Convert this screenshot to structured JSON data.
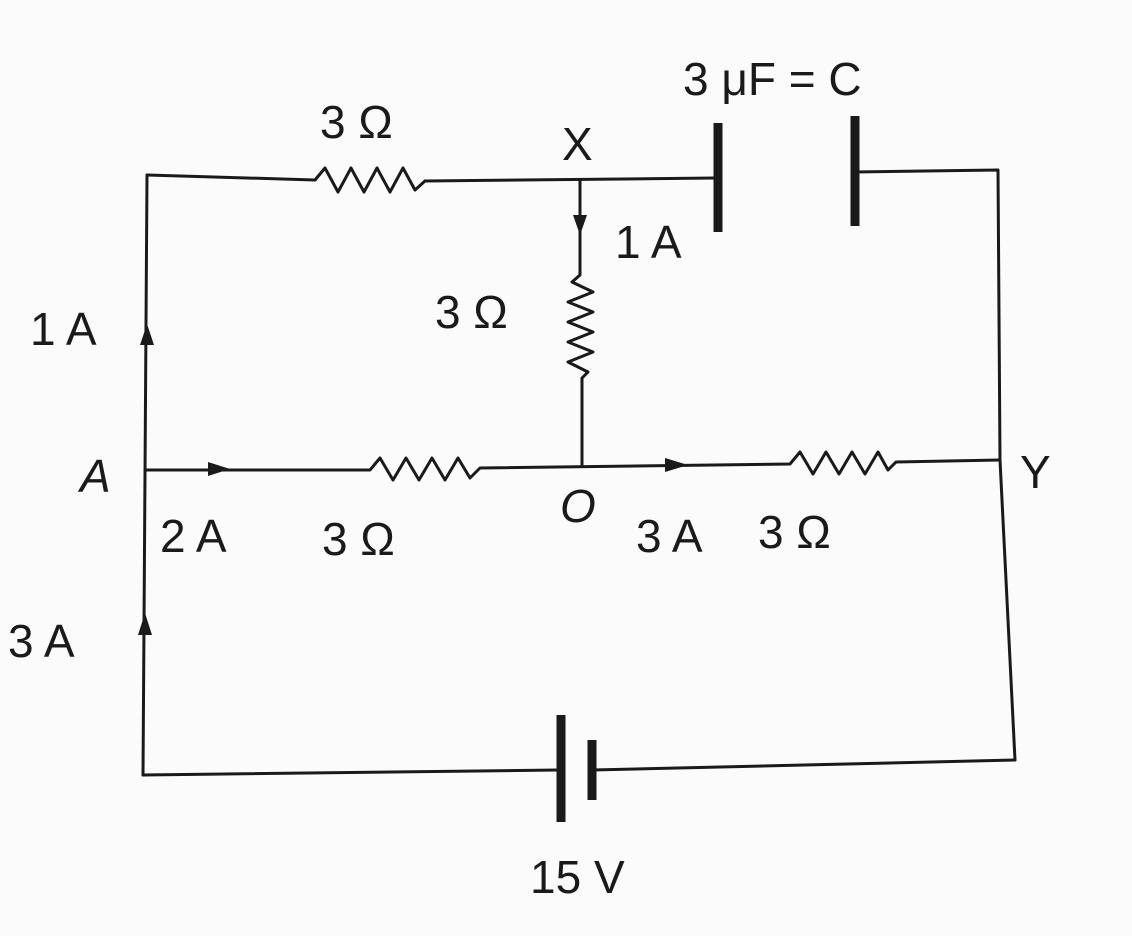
{
  "diagram": {
    "title": "Circuit with battery, resistors and capacitor",
    "labels": {
      "r_top": "3 Ω",
      "node_x": "X",
      "capacitor": "3 μF = C",
      "i_xo": "1 A",
      "r_vertical": "3 Ω",
      "i_left_top": "1 A",
      "node_a": "A",
      "node_y": "Y",
      "i_ao": "2 A",
      "r_ao": "3 Ω",
      "node_o": "O",
      "i_oy": "3 A",
      "r_oy": "3 Ω",
      "i_left_bottom": "3 A",
      "battery": "15 V"
    },
    "colors": {
      "ink": "#1a1a1a",
      "background": "#fbfbfb"
    }
  }
}
